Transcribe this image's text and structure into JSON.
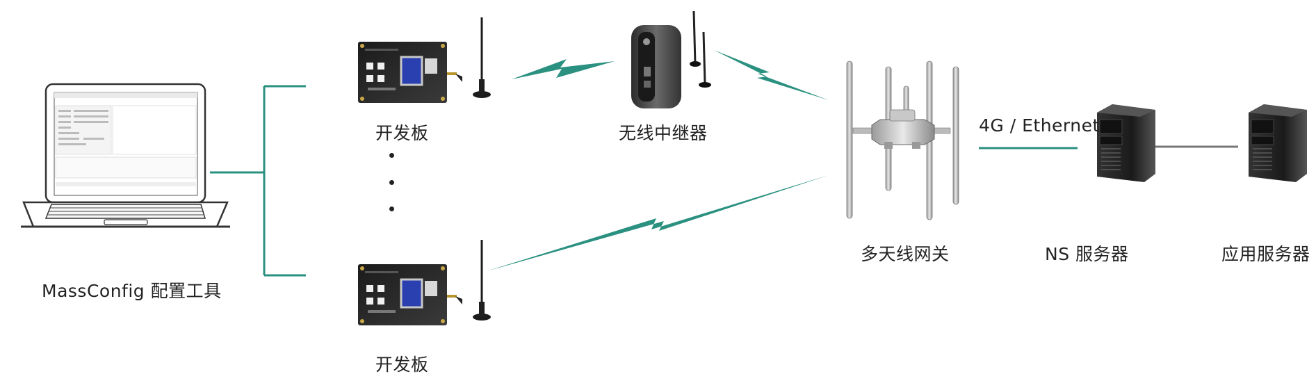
{
  "labels": {
    "laptop": "MassConfig 配置工具",
    "board_top": "开发板",
    "board_bottom": "开发板",
    "relay": "无线中继器",
    "gateway": "多天线网关",
    "link": "4G / Ethernet",
    "ns_server": "NS 服务器",
    "app_server": "应用服务器"
  },
  "icons": [
    "laptop-icon",
    "dev-board-icon",
    "antenna-icon",
    "wireless-relay-icon",
    "multi-antenna-gateway-icon",
    "tower-server-icon"
  ],
  "colors": {
    "accent": "#2a9080",
    "line_gray": "#777777"
  }
}
